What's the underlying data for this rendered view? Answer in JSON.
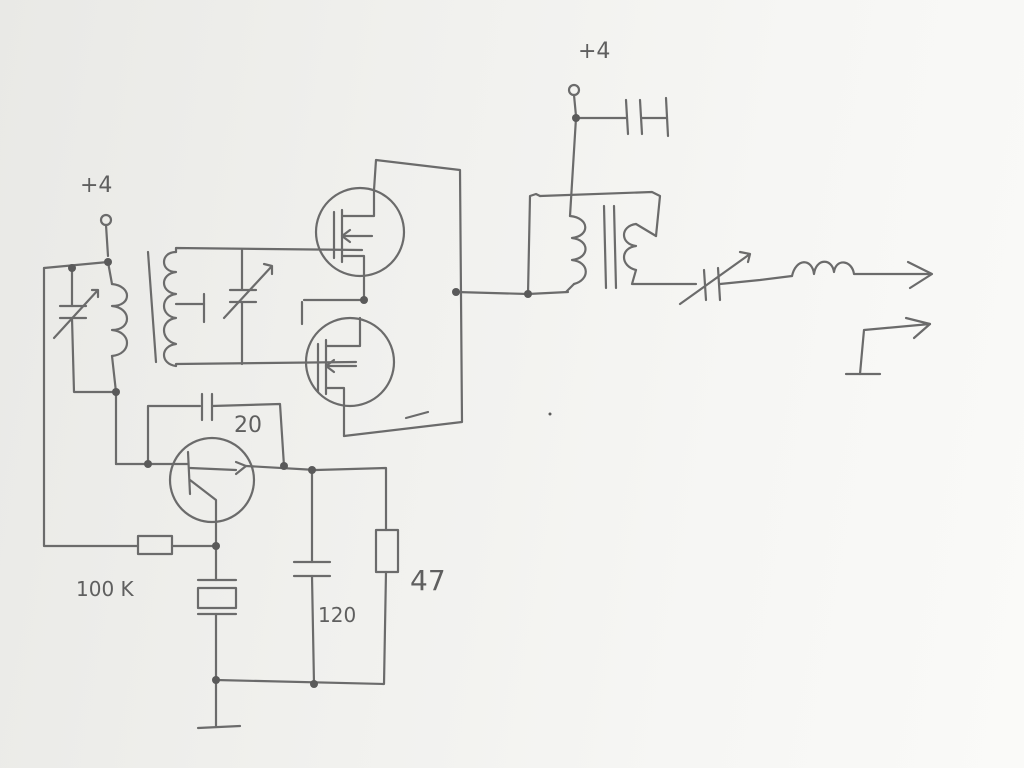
{
  "labels": {
    "supply_left": "+4",
    "supply_right": "+4",
    "feedback_cap": "20",
    "bias_resistor": "100 K",
    "emitter_cap": "120",
    "emitter_resistor": "47"
  },
  "colors": {
    "paper": "#f1f1ef",
    "pencil": "#6b6b6b"
  }
}
